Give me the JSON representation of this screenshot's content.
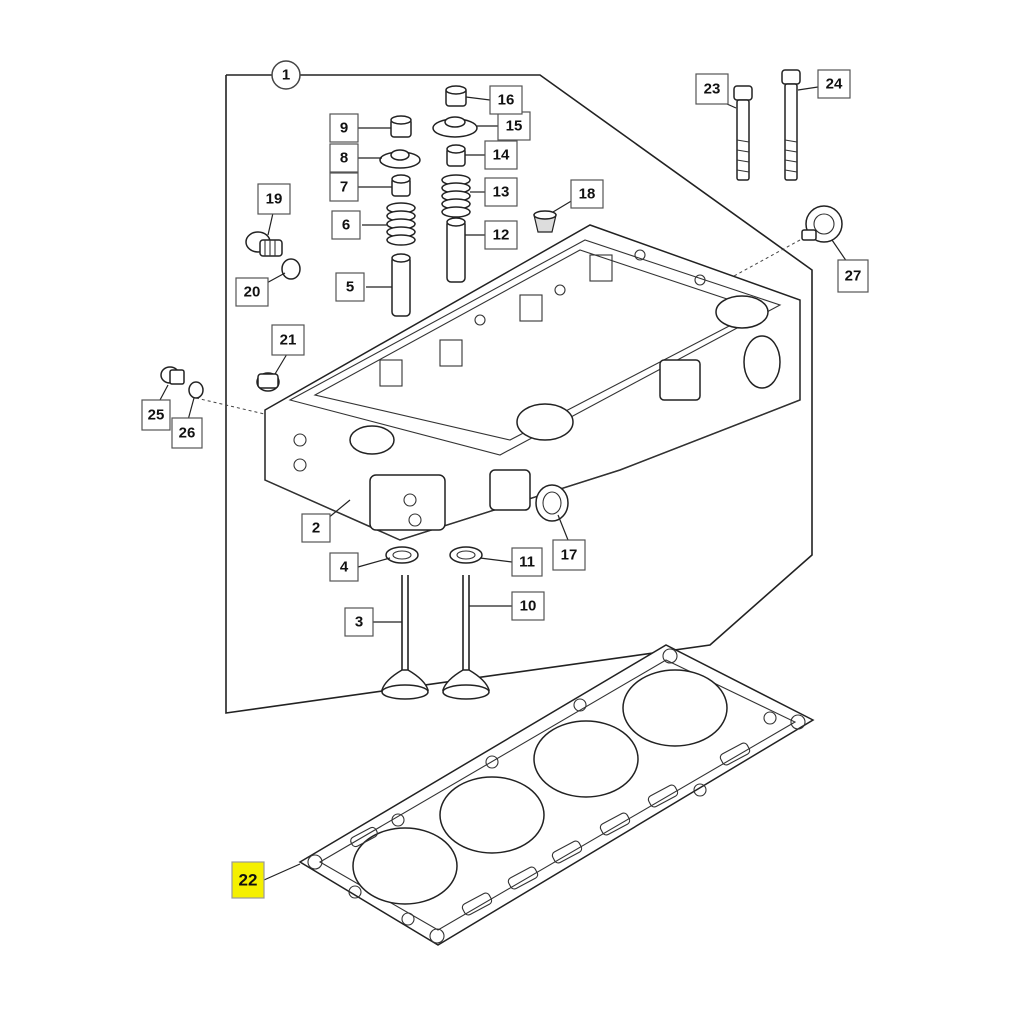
{
  "callouts": {
    "c1": "1",
    "c2": "2",
    "c3": "3",
    "c4": "4",
    "c5": "5",
    "c6": "6",
    "c7": "7",
    "c8": "8",
    "c9": "9",
    "c10": "10",
    "c11": "11",
    "c12": "12",
    "c13": "13",
    "c14": "14",
    "c15": "15",
    "c16": "16",
    "c17": "17",
    "c18": "18",
    "c19": "19",
    "c20": "20",
    "c21": "21",
    "c22": "22",
    "c23": "23",
    "c24": "24",
    "c25": "25",
    "c26": "26",
    "c27": "27"
  },
  "highlight": {
    "callout": "22",
    "color": "#f5f000"
  }
}
